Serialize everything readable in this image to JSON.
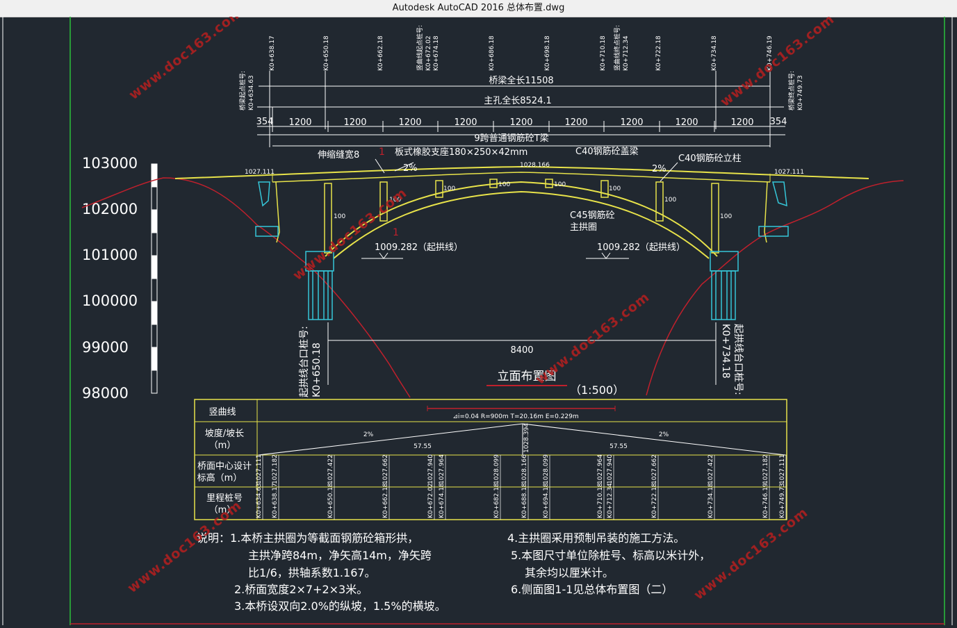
{
  "window": {
    "title": "Autodesk AutoCAD 2016    总体布置.dwg"
  },
  "elevation_scale": [
    "103000",
    "102000",
    "101000",
    "100000",
    "99000",
    "98000"
  ],
  "top_stations": [
    "K0+638.17",
    "K0+650.18",
    "K0+662.18",
    "K0+674.18",
    "K0+686.18",
    "K0+698.18",
    "K0+710.18",
    "K0+722.18",
    "K0+734.18",
    "K0+746.19"
  ],
  "top_stations_sub": [
    {
      "top": "竖曲线起点桩号:",
      "bottom": "K0+672.02"
    },
    {
      "top": "竖曲线终点桩号:",
      "bottom": "K0+712.34"
    }
  ],
  "end_stations": [
    {
      "top": "桥梁起点桩号:",
      "bottom": "K0+634.63"
    },
    {
      "top": "桥梁终点桩号:",
      "bottom": "K0+749.73"
    }
  ],
  "dims": {
    "total_length": "桥梁全长11508",
    "main_span": "主孔全长8524.1",
    "end_left": "354",
    "end_right": "354",
    "spans": [
      "1200",
      "1200",
      "1200",
      "1200",
      "1200",
      "1200",
      "1200",
      "1200",
      "1200"
    ],
    "tbeam": "9跨普通钢筋砼T梁",
    "arch_span": "8400"
  },
  "labels": {
    "expansion_joint": "伸缩缝宽8",
    "bearing": "板式橡胶支座180×250×42mm",
    "cap_beam": "C40钢筋砼盖梁",
    "column": "C40钢筋砼立柱",
    "arch_line1": "C45钢筋砼",
    "arch_line2": "主拱圈",
    "springing_left": "1009.282（起拱线）",
    "springing_right": "1009.282（起拱线）",
    "slope_left": "2%",
    "slope_right": "2%",
    "mark_one": "1",
    "crown_elev": "1028.166",
    "left_elev": "1027.111",
    "right_elev": "1027.111",
    "col_100": "100",
    "left_station_vert": "起拱线台口桩号:",
    "left_station_val": "K0+650.18",
    "right_station_vert": "起拱线台口桩号:",
    "right_station_val": "K0+734.18",
    "drawing_title": "立面布置图",
    "drawing_scale": "（1:500）"
  },
  "table": {
    "rows": [
      "竖曲线",
      "坡度/坡长\n（m）",
      "桥面中心设计\n标高（m）",
      "里程桩号\n（m）"
    ],
    "curve_params": "⊿i=0.04      R=900m      T=20.16m      E=0.229m",
    "grade_left": "2%",
    "grade_right": "2%",
    "length_left": "57.55",
    "length_right": "57.55",
    "apex_elev": "1028.394",
    "elevations": [
      "1027.111",
      "1027.182",
      "1027.422",
      "1027.662",
      "1027.940",
      "1027.964",
      "1028.099",
      "1028.166",
      "1028.099",
      "1027.964",
      "1027.940",
      "1027.662",
      "1027.422",
      "1027.182",
      "1027.111"
    ],
    "stations": [
      "K0+634.63",
      "K0+638.17",
      "K0+650.18",
      "K0+662.18",
      "K0+672.02",
      "K0+674.18",
      "K0+682.18",
      "K0+688.18",
      "K0+694.18",
      "K0+710.18",
      "K0+712.34",
      "K0+722.18",
      "K0+734.18",
      "K0+746.19",
      "K0+749.73"
    ]
  },
  "notes": {
    "left": [
      "说明：1.本桥主拱圈为等截面钢筋砼箱形拱，",
      "主拱净跨84m，净矢高14m，净矢跨",
      "比1/6，拱轴系数1.167。",
      "2.桥面宽度2×7+2×3米。",
      "3.本桥设双向2.0%的纵坡，1.5%的横坡。"
    ],
    "right": [
      "4.主拱圈采用预制吊装的施工方法。",
      "5.本图尺寸单位除桩号、标高以米计外，",
      "其余均以厘米计。",
      "6.侧面图1-1见总体布置图（二）"
    ]
  },
  "watermark": "www.doc163.com",
  "colors": {
    "background": "#212830",
    "deck": "#e8e34a",
    "ground": "#c0202c",
    "cyan": "#35c6d8",
    "white": "#ffffff",
    "green": "#2bbf3a"
  }
}
